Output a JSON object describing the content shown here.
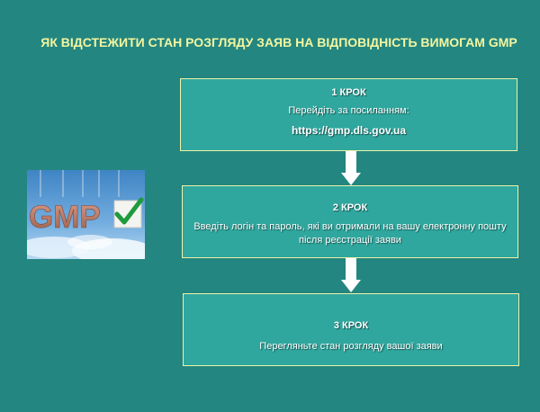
{
  "title": "ЯК ВІДСТЕЖИТИ СТАН РОЗГЛЯДУ ЗАЯВ НА ВІДПОВІДНІСТЬ ВИМОГАМ GMP",
  "steps": [
    {
      "label": "1 КРОК",
      "text": "Перейдіть за посиланням:",
      "link": "https://gmp.dls.gov.ua"
    },
    {
      "label": "2 КРОК",
      "text": "Введіть логін та пароль, які ви отримали на вашу електронну пошту після реєстрації заяви"
    },
    {
      "label": "3 КРОК",
      "text": "Перегляньте стан розгляду вашої заяви"
    }
  ],
  "image": {
    "lettering": "GMP",
    "icon": "checkmark-icon"
  },
  "colors": {
    "background": "#238680",
    "box_fill": "#2fa79e",
    "box_border": "#eef3a8",
    "title": "#f3f5a0",
    "text": "#ffffff"
  }
}
